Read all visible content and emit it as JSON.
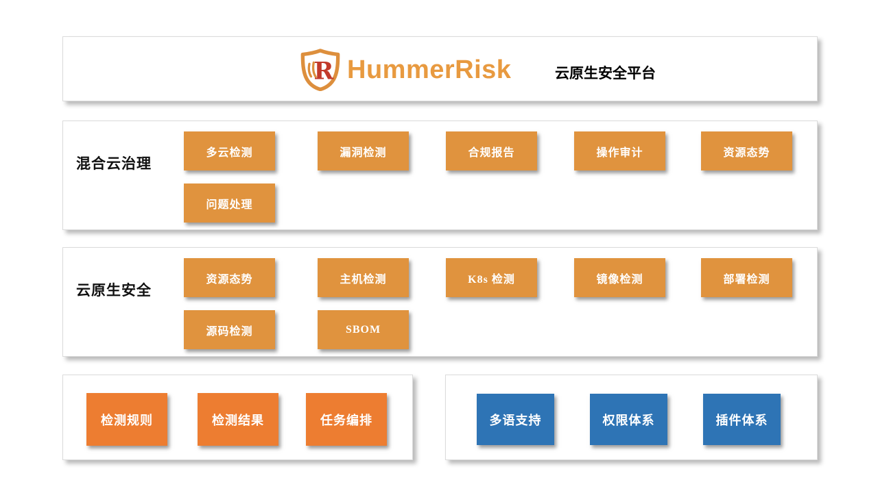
{
  "header": {
    "brand": "HummerRisk",
    "platform_title": "云原生安全平台",
    "logo_icon": "shield-with-letter-r"
  },
  "colors": {
    "brand_orange": "#E89A40",
    "brand_red": "#C23A2B",
    "shield_orange": "#DD8F3D",
    "feature_orange": "#E0933E",
    "tool_orange": "#ED7D31",
    "capability_blue": "#2E74B5",
    "panel_border": "#DBDBDB",
    "label_black": "#111111"
  },
  "sections": [
    {
      "label": "混合云治理",
      "buttons": [
        "多云检测",
        "漏洞检测",
        "合规报告",
        "操作审计",
        "资源态势",
        "问题处理"
      ]
    },
    {
      "label": "云原生安全",
      "buttons": [
        "资源态势",
        "主机检测",
        "K8s 检测",
        "镜像检测",
        "部署检测",
        "源码检测",
        "SBOM"
      ]
    }
  ],
  "detection_tools": {
    "buttons": [
      "检测规则",
      "检测结果",
      "任务编排"
    ]
  },
  "platform_capabilities": {
    "buttons": [
      "多语支持",
      "权限体系",
      "插件体系"
    ]
  }
}
